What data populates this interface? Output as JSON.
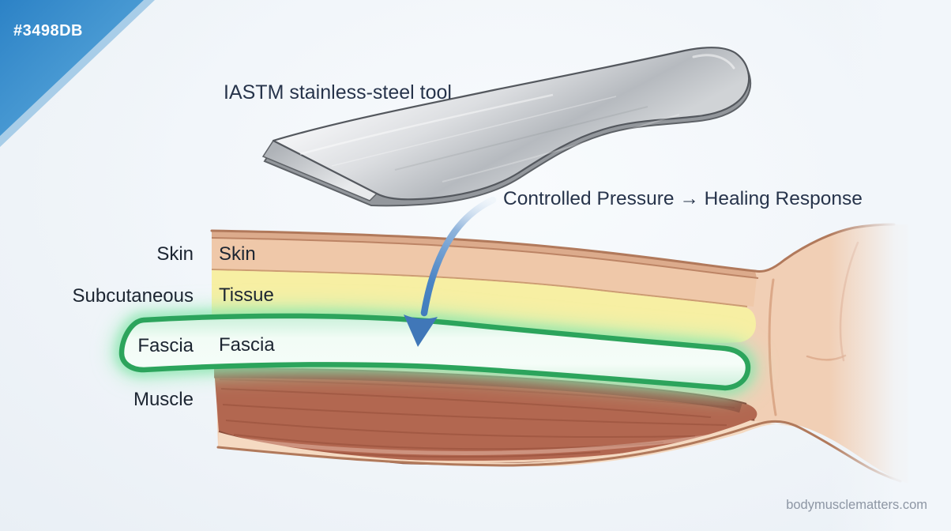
{
  "scene": {
    "watermark": "bodymusclematters.com",
    "background_center": "#F8FBFD",
    "background_edge": "#E9EFF5"
  },
  "badge": {
    "label": "#3498DB",
    "gradient_start": "#2C82C6",
    "gradient_end": "#54A3D8"
  },
  "tool": {
    "label": "IASTM stainless-steel tool",
    "metal_light": "#F2F3F5",
    "metal_dark": "#B6BABF",
    "outline": "#54585E"
  },
  "annotation": {
    "label": "Controlled Pressure → Healing Response",
    "arrow_color": "#4178BA"
  },
  "anatomy": {
    "outside_labels": [
      "Skin",
      "Subcutaneous",
      "Fascia",
      "Muscle"
    ],
    "inside_labels": [
      "Skin",
      "Tissue",
      "Fascia"
    ],
    "colors": {
      "skin_base": "#F1CFB5",
      "epidermis_strip": "#DCAB8C",
      "skin_band": "#EFC8A9",
      "subcutaneous": "#F7EFA3",
      "fascia_fill": "#F2FCF6",
      "fascia_border": "#2CA45C",
      "fascia_glow": "#7FE2A6",
      "muscle": "#B26750",
      "muscle_shadow": "#8F5140",
      "body_outline": "#B1795B"
    }
  }
}
